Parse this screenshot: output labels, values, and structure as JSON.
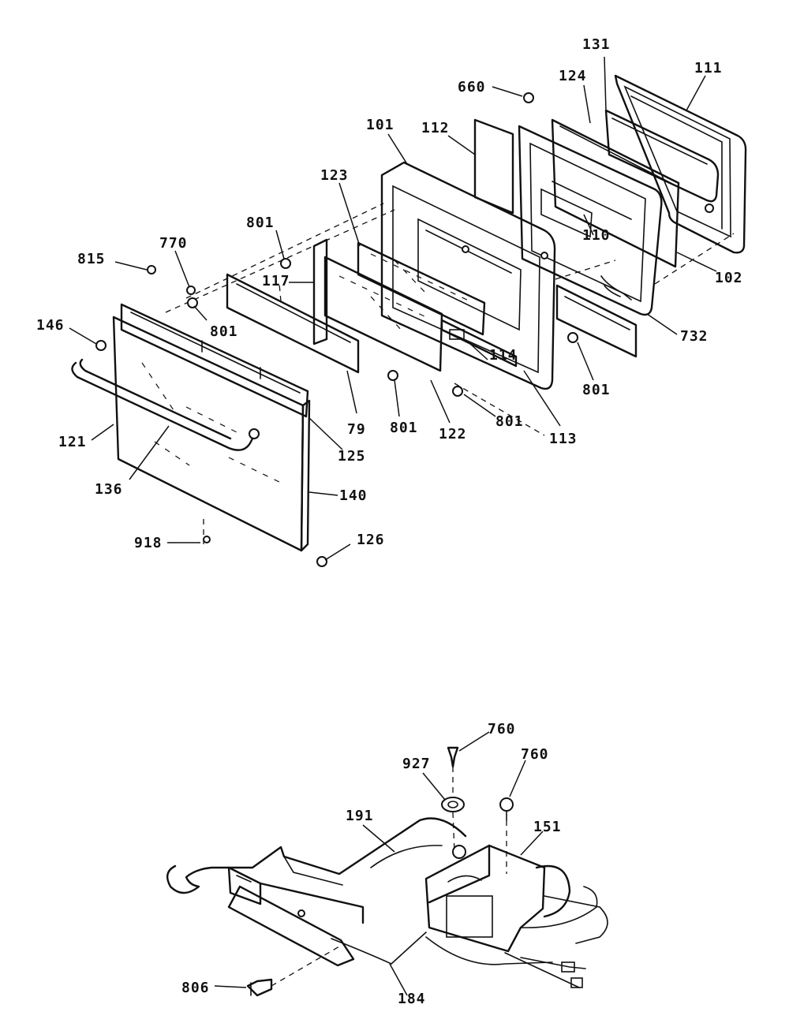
{
  "labels": {
    "l660": "660",
    "l131": "131",
    "l111": "111",
    "l124": "124",
    "l101": "101",
    "l112": "112",
    "l123": "123",
    "l110": "110",
    "l102": "102",
    "l801a": "801",
    "l770": "770",
    "l815": "815",
    "l117": "117",
    "l801b": "801",
    "l146": "146",
    "l732": "732",
    "l114": "114",
    "l801c": "801",
    "l79": "79",
    "l801d": "801",
    "l801e": "801",
    "l122": "122",
    "l113": "113",
    "l121": "121",
    "l125": "125",
    "l136": "136",
    "l140": "140",
    "l918": "918",
    "l126": "126",
    "l760a": "760",
    "l927": "927",
    "l760b": "760",
    "l191": "191",
    "l151": "151",
    "l806": "806",
    "l184": "184"
  }
}
